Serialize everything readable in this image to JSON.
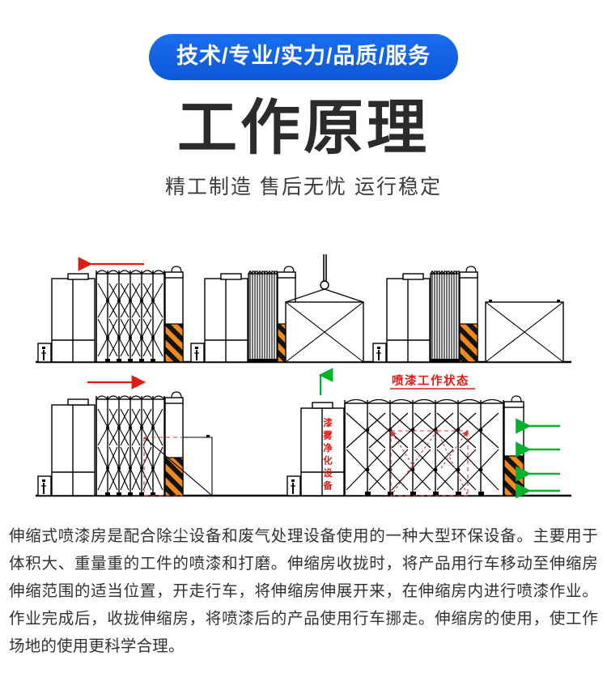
{
  "header": {
    "badge_text": "技术/专业/实力/品质/服务",
    "badge_color": "#1060e6",
    "title": "工作原理",
    "title_color": "#2b2b2b",
    "subtitle": "精工制造 售后无忧 运行稳定"
  },
  "diagram": {
    "panels": [
      {
        "id": "panel-top-left",
        "caption": "",
        "arrow": {
          "direction": "left",
          "color": "#e01b13"
        },
        "state": "extended"
      },
      {
        "id": "panel-top-middle",
        "caption": "",
        "state": "retracted-crane-lifting"
      },
      {
        "id": "panel-top-right",
        "caption": "",
        "state": "retracted-crate-placed"
      },
      {
        "id": "panel-bottom-left",
        "caption": "",
        "arrow": {
          "direction": "right",
          "color": "#e01b13"
        },
        "state": "extending-over-crate"
      },
      {
        "id": "panel-bottom-right",
        "caption": "喷漆工作状态",
        "caption_color": "#e01b13",
        "vertical_label": "漆雾净化设备",
        "vertical_label_color": "#e01b13",
        "airflow_arrows": 4,
        "airflow_color": "#00b32a",
        "exhaust_arrow_color": "#00b32a",
        "state": "working"
      }
    ],
    "colors": {
      "outline": "#000000",
      "hazard_orange": "#f08a1e",
      "hazard_black": "#111111",
      "red": "#e01b13",
      "green": "#00b32a",
      "dashed_red": "#d63b3b"
    }
  },
  "description": {
    "paragraph": "伸缩式喷漆房是配合除尘设备和废气处理设备使用的一种大型环保设备。主要用于体积大、重量重的工件的喷漆和打磨。伸缩房收拢时，将产品用行车移动至伸缩房伸缩范围的适当位置，开走行车，将伸缩房伸展开来，在伸缩房内进行喷漆作业。作业完成后，收拢伸缩房，将喷漆后的产品使用行车挪走。伸缩房的使用，使工作场地的使用更科学合理。"
  }
}
